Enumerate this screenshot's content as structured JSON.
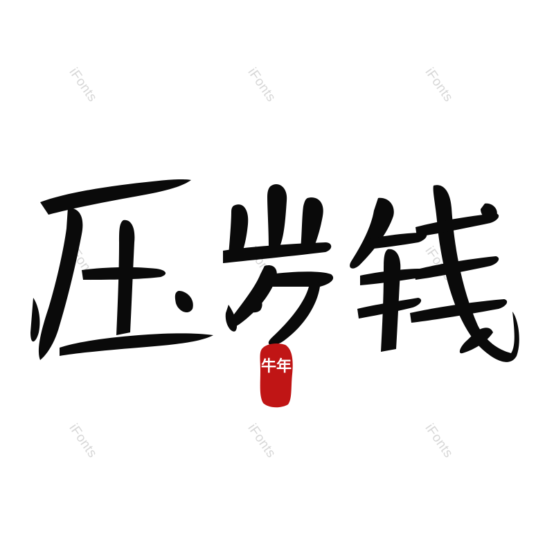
{
  "artwork": {
    "title_text": "压岁钱",
    "ink_color": "#0a0a0a"
  },
  "seal": {
    "text": "牛年",
    "color": "#c01515"
  },
  "watermark": {
    "text": "iFonts",
    "color": "#d7d7d7"
  }
}
